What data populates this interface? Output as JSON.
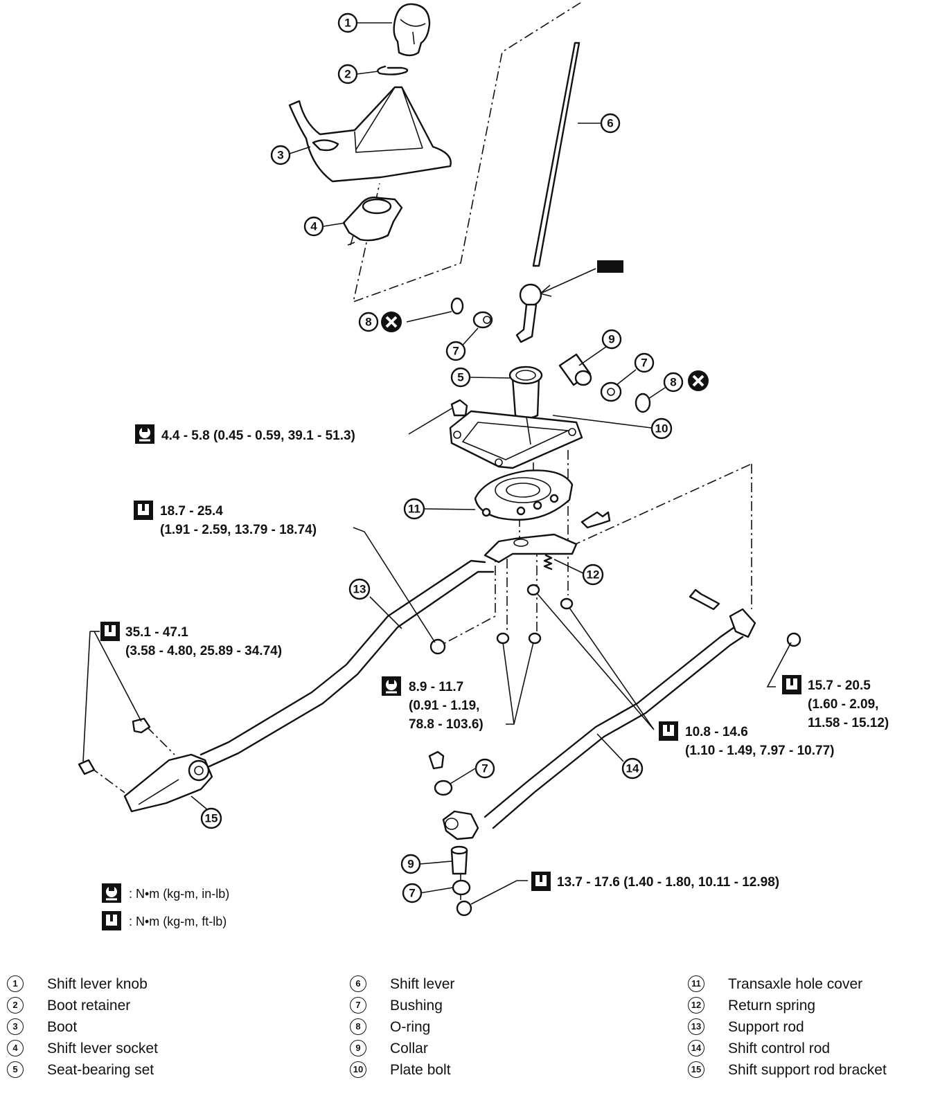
{
  "callouts": [
    "1",
    "2",
    "3",
    "4",
    "5",
    "6",
    "7",
    "7",
    "7",
    "7",
    "8",
    "8",
    "9",
    "9",
    "10",
    "11",
    "12",
    "13",
    "14",
    "15"
  ],
  "torque_specs": [
    {
      "icon": "in-lb",
      "line1": "4.4 - 5.8 (0.45 - 0.59, 39.1 - 51.3)"
    },
    {
      "icon": "ft-lb",
      "line1": "18.7 - 25.4",
      "line2": "(1.91 - 2.59, 13.79 - 18.74)"
    },
    {
      "icon": "ft-lb",
      "line1": "35.1 - 47.1",
      "line2": "(3.58 - 4.80, 25.89 - 34.74)"
    },
    {
      "icon": "in-lb",
      "line1": "8.9 - 11.7",
      "line2": "(0.91 - 1.19,",
      "line3": "78.8 - 103.6)"
    },
    {
      "icon": "ft-lb",
      "line1": "15.7 - 20.5",
      "line2": "(1.60 - 2.09,",
      "line3": "11.58 - 15.12)"
    },
    {
      "icon": "ft-lb",
      "line1": "10.8 - 14.6",
      "line2": "(1.10 - 1.49, 7.97 - 10.77)"
    },
    {
      "icon": "ft-lb",
      "line1": "13.7 - 17.6 (1.40 - 1.80, 10.11 - 12.98)"
    }
  ],
  "legend": [
    {
      "icon": "in-lb",
      "text": ": N•m (kg-m, in-lb)"
    },
    {
      "icon": "ft-lb",
      "text": ": N•m (kg-m, ft-lb)"
    }
  ],
  "parts": [
    {
      "num": "1",
      "name": "Shift lever knob"
    },
    {
      "num": "2",
      "name": "Boot retainer"
    },
    {
      "num": "3",
      "name": "Boot"
    },
    {
      "num": "4",
      "name": "Shift lever socket"
    },
    {
      "num": "5",
      "name": "Seat-bearing set"
    },
    {
      "num": "6",
      "name": "Shift lever"
    },
    {
      "num": "7",
      "name": "Bushing"
    },
    {
      "num": "8",
      "name": "O-ring"
    },
    {
      "num": "9",
      "name": "Collar"
    },
    {
      "num": "10",
      "name": "Plate bolt"
    },
    {
      "num": "11",
      "name": "Transaxle hole cover"
    },
    {
      "num": "12",
      "name": "Return spring"
    },
    {
      "num": "13",
      "name": "Support rod"
    },
    {
      "num": "14",
      "name": "Shift control rod"
    },
    {
      "num": "15",
      "name": "Shift support rod bracket"
    }
  ]
}
